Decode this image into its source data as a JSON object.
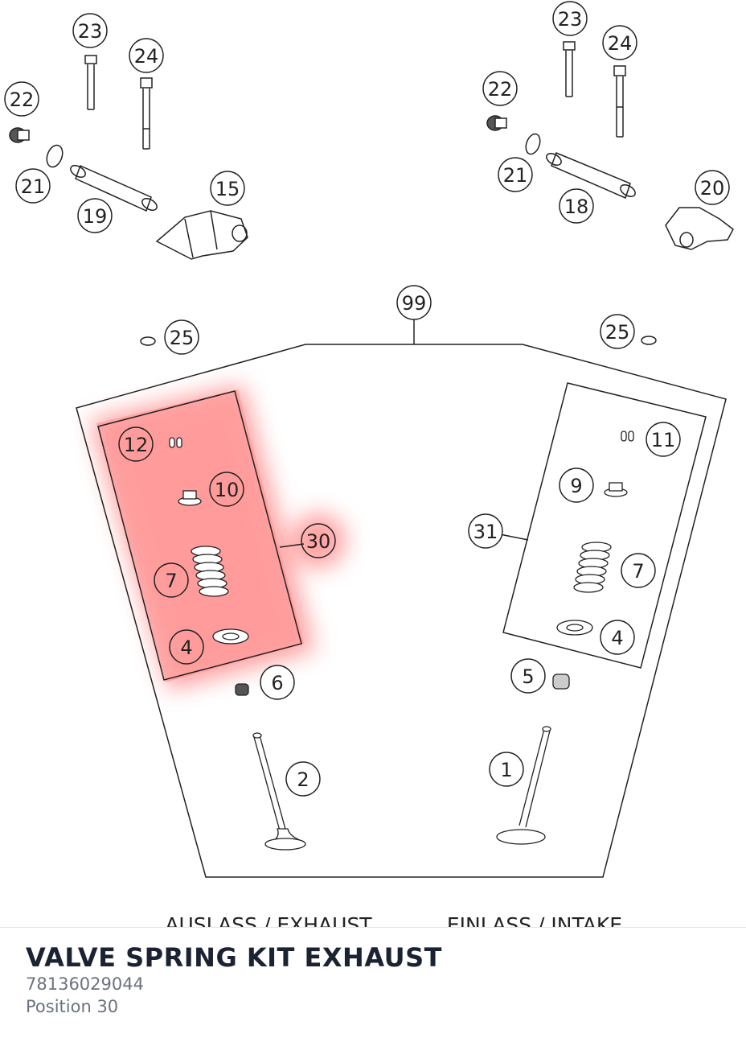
{
  "diagram": {
    "callouts": [
      "23",
      "24",
      "22",
      "21",
      "19",
      "15",
      "23",
      "24",
      "22",
      "21",
      "18",
      "20",
      "99",
      "25",
      "25",
      "12",
      "10",
      "30",
      "7",
      "4",
      "6",
      "11",
      "9",
      "31",
      "7",
      "4",
      "5",
      "2",
      "1"
    ],
    "exhaust_label": "AUSLASS / EXHAUST",
    "intake_label": "EINLASS / INTAKE",
    "highlight_color": "#ff8080",
    "highlighted_position": "30"
  },
  "part": {
    "name": "VALVE SPRING KIT EXHAUST",
    "number": "78136029044",
    "position": "Position 30"
  },
  "colors": {
    "title": "#1b2333",
    "meta": "#6b7280",
    "line": "#222222"
  }
}
